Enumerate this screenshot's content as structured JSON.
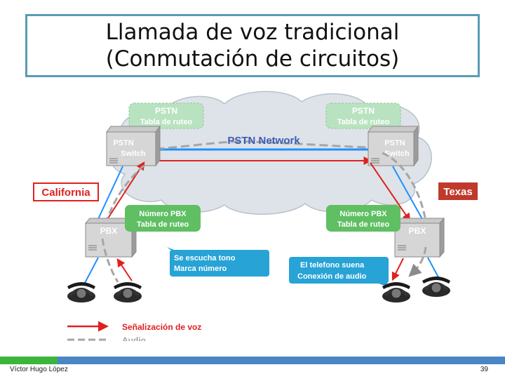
{
  "slide": {
    "title_line1": "Llamada de voz tradicional",
    "title_line2": "(Conmutación de circuitos)",
    "author": "Víctor Hugo López",
    "page_number": "39"
  },
  "diagram": {
    "network_label": "PSTN Network",
    "routing_table_left": [
      "PSTN",
      "Tabla de ruteo"
    ],
    "routing_table_right": [
      "PSTN",
      "Tabla de ruteo"
    ],
    "switch_left": [
      "PSTN",
      "Switch"
    ],
    "switch_right": [
      "PSTN",
      "Switch"
    ],
    "region_left": "California",
    "region_right": "Texas",
    "pbx_left": "PBX",
    "pbx_right": "PBX",
    "pbx_table_left": [
      "Número PBX",
      "Tabla de ruteo"
    ],
    "pbx_table_right": [
      "Número PBX",
      "Tabla de ruteo"
    ],
    "callout_left": [
      "Se escucha tono",
      "Marca número"
    ],
    "callout_right": [
      "El telefono suena",
      "Conexión de audio"
    ],
    "legend_signaling": "Señalización de voz",
    "legend_audio": "Audio",
    "colors": {
      "signaling": "#e02020",
      "audio": "#a6a6a6",
      "cloud": "#dde3e8",
      "routing_table": "#b9e3c0",
      "pbx_table": "#5fbf62",
      "callout": "#27a3d6",
      "region_left": "#e02020",
      "region_right": "#c0392b",
      "link": "#1e90ff"
    }
  }
}
